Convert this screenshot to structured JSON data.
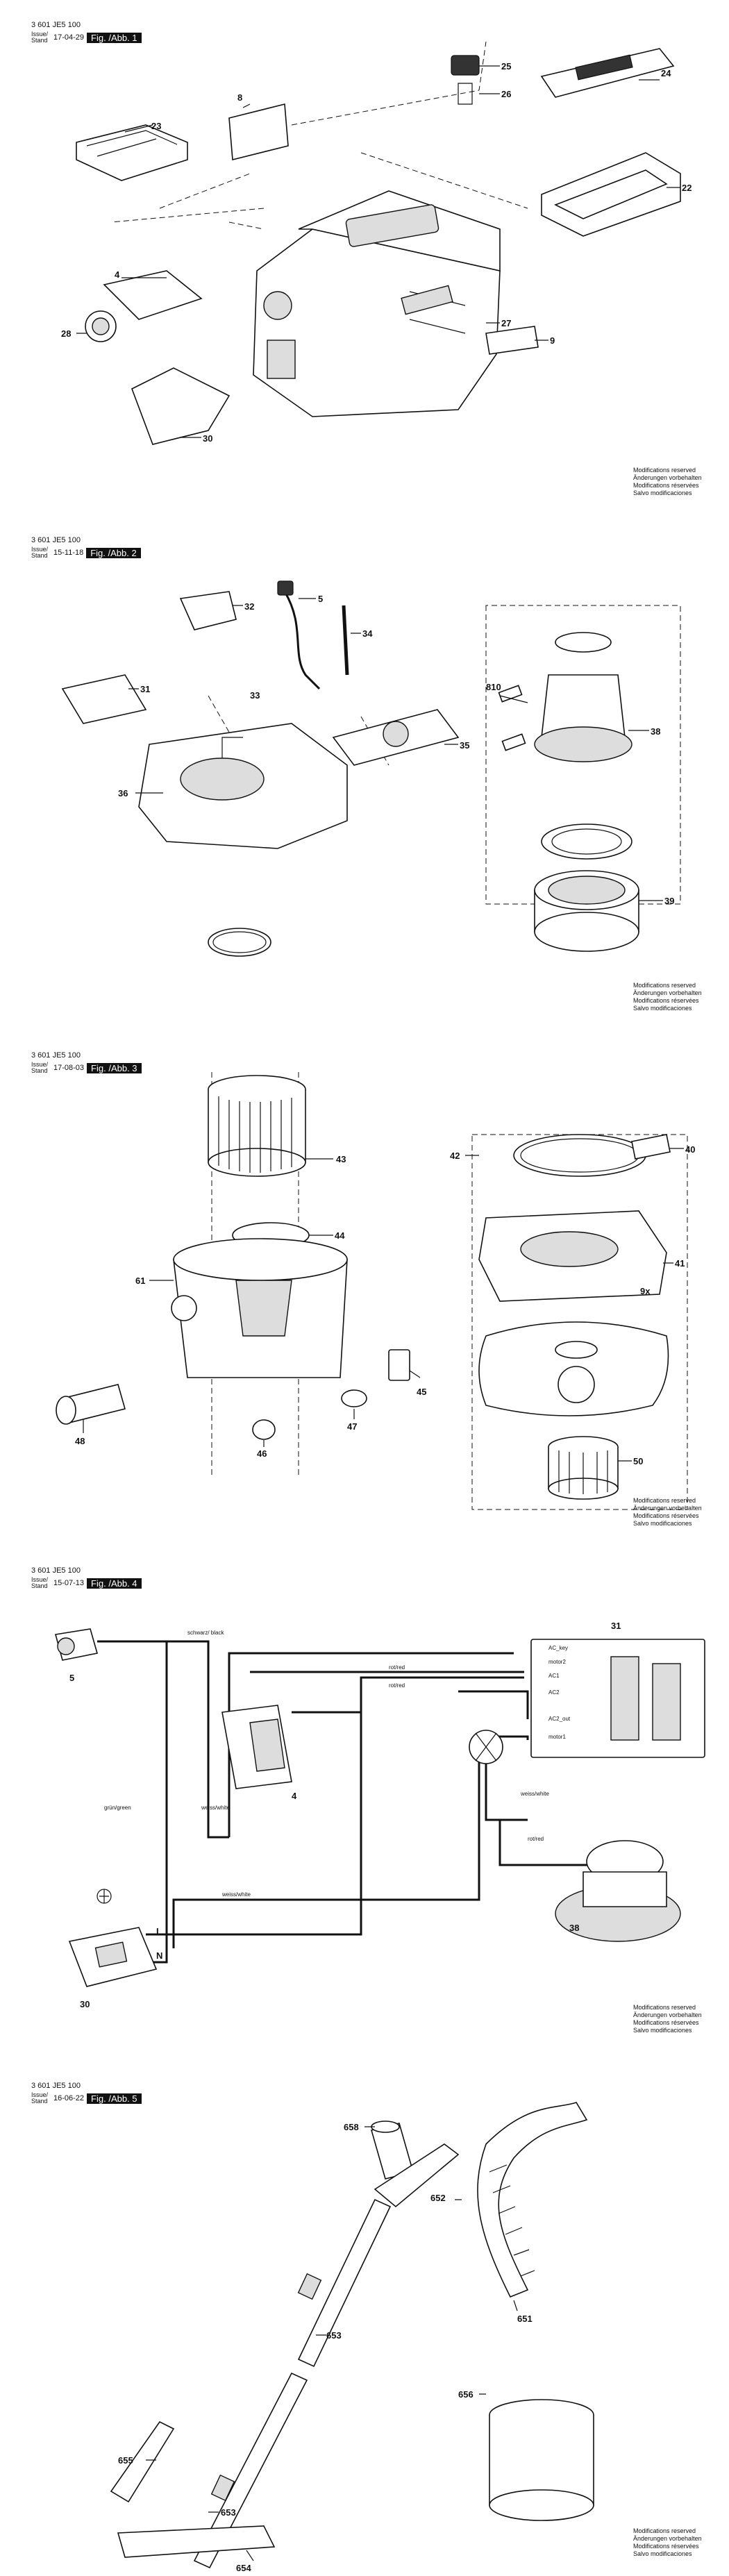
{
  "sheets": [
    {
      "code": "3 601 JE5 100",
      "issue_label": "Issue/ Stand",
      "date": "17-04-29",
      "fig": "Fig. /Abb. 1",
      "callouts": [
        "23",
        "8",
        "25",
        "26",
        "24",
        "22",
        "4",
        "28",
        "27",
        "9",
        "30"
      ]
    },
    {
      "code": "3 601 JE5 100",
      "issue_label": "Issue/ Stand",
      "date": "15-11-18",
      "fig": "Fig. /Abb. 2",
      "callouts": [
        "32",
        "5",
        "34",
        "31",
        "33",
        "35",
        "810",
        "38",
        "36",
        "39"
      ]
    },
    {
      "code": "3 601 JE5 100",
      "issue_label": "Issue/ Stand",
      "date": "17-08-03",
      "fig": "Fig. /Abb. 3",
      "callouts": [
        "43",
        "42",
        "40",
        "44",
        "61",
        "41",
        "9x",
        "45",
        "47",
        "48",
        "46",
        "50"
      ]
    },
    {
      "code": "3 601 JE5 100",
      "issue_label": "Issue/ Stand",
      "date": "15-07-13",
      "fig": "Fig. /Abb. 4",
      "callouts": [
        "31",
        "5",
        "4",
        "38",
        "30"
      ],
      "wire_labels": [
        "schwarz/ black",
        "rot/red",
        "rot/red",
        "grün/green",
        "weiss/white",
        "weiss/white",
        "rot/red",
        "weiss/white"
      ],
      "terminals": [
        "AC_key",
        "motor2",
        "AC1",
        "AC2",
        "AC2_out",
        "motor1"
      ],
      "pins": [
        "L",
        "N"
      ]
    },
    {
      "code": "3 601 JE5 100",
      "issue_label": "Issue/ Stand",
      "date": "16-06-22",
      "fig": "Fig. /Abb. 5",
      "callouts": [
        "658",
        "652",
        "651",
        "653",
        "655",
        "656",
        "653",
        "654"
      ]
    }
  ],
  "modifications": [
    "Modifications reserved",
    "Änderungen vorbehalten",
    "Modifications réservées",
    "Salvo modificaciones"
  ]
}
